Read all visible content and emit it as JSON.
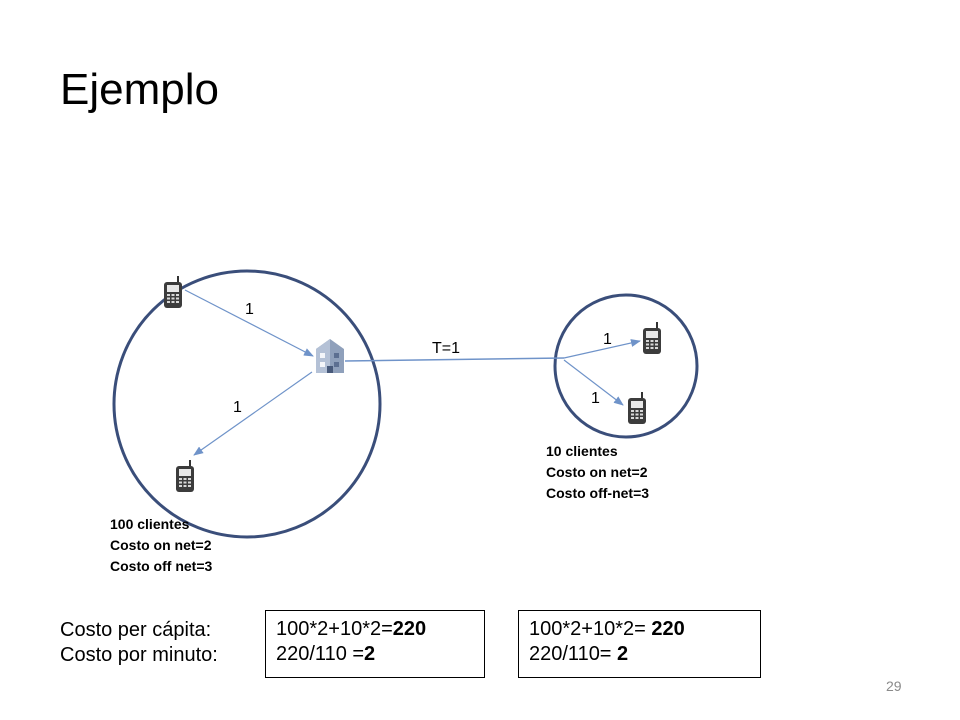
{
  "slide": {
    "title": "Ejemplo",
    "page_number": "29"
  },
  "diagram": {
    "left_cell": {
      "edge_label_top": "1",
      "edge_label_bottom": "1",
      "info": [
        "100 clientes",
        "Costo on net=2",
        "Costo off net=3"
      ]
    },
    "link_label": "T=1",
    "right_cell": {
      "edge_label_top": "1",
      "edge_label_bottom": "1",
      "info": [
        "10 clientes",
        "Costo on net=2",
        "Costo off-net=3"
      ]
    },
    "colors": {
      "circle": "#3a4e7a",
      "arrow": "#6f93c9",
      "link": "#6f93c9"
    },
    "icons": [
      "cellphone-icon",
      "building-icon"
    ]
  },
  "costs": {
    "labels": [
      "Costo per cápita:",
      "Costo por minuto:"
    ],
    "box1": {
      "line1_prefix": "100*2+10*2=",
      "line1_value": "220",
      "line2_prefix": "220/110 =",
      "line2_value": "2"
    },
    "box2": {
      "line1_prefix": "100*2+10*2= ",
      "line1_value": "220",
      "line2_prefix": "220/110= ",
      "line2_value": "2"
    }
  }
}
